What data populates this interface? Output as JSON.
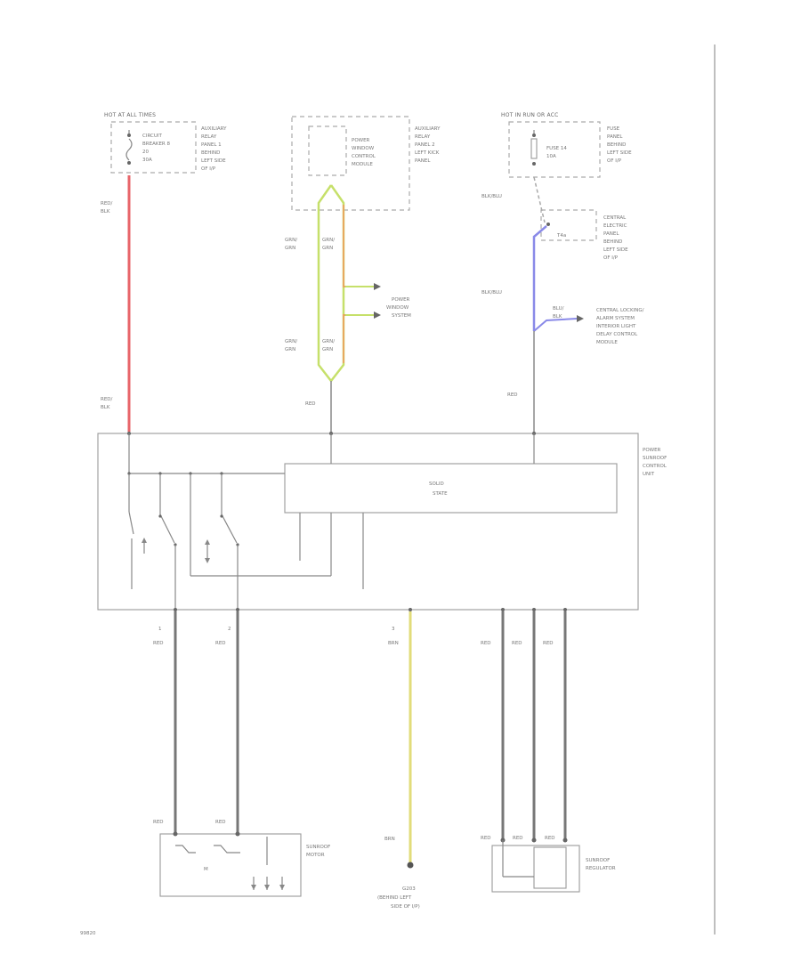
{
  "colors": {
    "red_wire": "#e8656a",
    "green_wire": "#c6e06a",
    "orange_wire": "#e8a860",
    "blue_wire": "#8a8ae8",
    "gray_wire": "#777777",
    "yellow_wire": "#e2dc7a"
  },
  "labels": {
    "hot_top_left": "HOT AT ALL TIMES",
    "circuit_breaker": [
      "CIRCUIT",
      "BREAKER 8",
      "20",
      "30A"
    ],
    "aux_relay_panel_1": [
      "AUXILIARY",
      "RELAY",
      "PANEL 1",
      "BEHIND",
      "LEFT SIDE",
      "OF I/P"
    ],
    "power_window_module": [
      "POWER",
      "WINDOW",
      "CONTROL",
      "MODULE"
    ],
    "aux_relay_panel_2": [
      "AUXILIARY",
      "RELAY",
      "PANEL 2",
      "LEFT KICK",
      "PANEL"
    ],
    "hot_top_right": "HOT IN RUN OR ACC",
    "fuse": [
      "FUSE 14",
      "10A"
    ],
    "fuse_panel": [
      "FUSE",
      "PANEL",
      "BEHIND",
      "LEFT SIDE",
      "OF I/P"
    ],
    "central_electric_panel": [
      "CENTRAL",
      "ELECTRIC",
      "PANEL",
      "BEHIND",
      "LEFT SIDE",
      "OF I/P"
    ],
    "central_locking": [
      "CENTRAL LOCKING/",
      "ALARM SYSTEM",
      "INTERIOR LIGHT",
      "DELAY CONTROL",
      "MODULE"
    ],
    "power_window_system": [
      "POWER",
      "WINDOW",
      "SYSTEM"
    ],
    "connector_t4a": "T4a",
    "wire_red_blk_1": [
      "RED/",
      "BLK"
    ],
    "wire_red_blk_2": [
      "RED/",
      "BLK"
    ],
    "wire_grn_1": [
      "GRN/",
      "GRN"
    ],
    "wire_grn_2": [
      "GRN/",
      "GRN"
    ],
    "wire_grn_3": [
      "GRN/",
      "GRN"
    ],
    "wire_grn_4": [
      "GRN/",
      "GRN"
    ],
    "wire_blk_blu_1": "BLK/BLU",
    "wire_blk_blu_2": "BLK/BLU",
    "wire_blu_blk": [
      "BLU/",
      "BLK"
    ],
    "wire_red_mid": "RED",
    "wire_red_right": "RED",
    "sunroof_control_unit": [
      "POWER",
      "SUNROOF",
      "CONTROL",
      "UNIT"
    ],
    "solid_state": [
      "SOLID",
      "STATE"
    ],
    "pin_1": "1",
    "pin_2": "2",
    "pin_3": "3",
    "wire_bottom_red_1": "RED",
    "wire_bottom_red_2": "RED",
    "wire_bottom_brn": "BRN",
    "wire_bottom_red_3": "RED",
    "wire_bottom_red_4": "RED",
    "wire_bottom_red_5": "RED",
    "motor_red_1": "RED",
    "motor_red_2": "RED",
    "motor_m": "M",
    "sunroof_motor": [
      "SUNROOF",
      "MOTOR"
    ],
    "ground_brn": "BRN",
    "ground_label": [
      "G203",
      "(BEHIND LEFT",
      "SIDE OF I/P)"
    ],
    "reg_red_1": "RED",
    "reg_red_2": "RED",
    "reg_red_3": "RED",
    "sunroof_regulator": [
      "SUNROOF",
      "REGULATOR"
    ],
    "diagram_id": "99820"
  }
}
